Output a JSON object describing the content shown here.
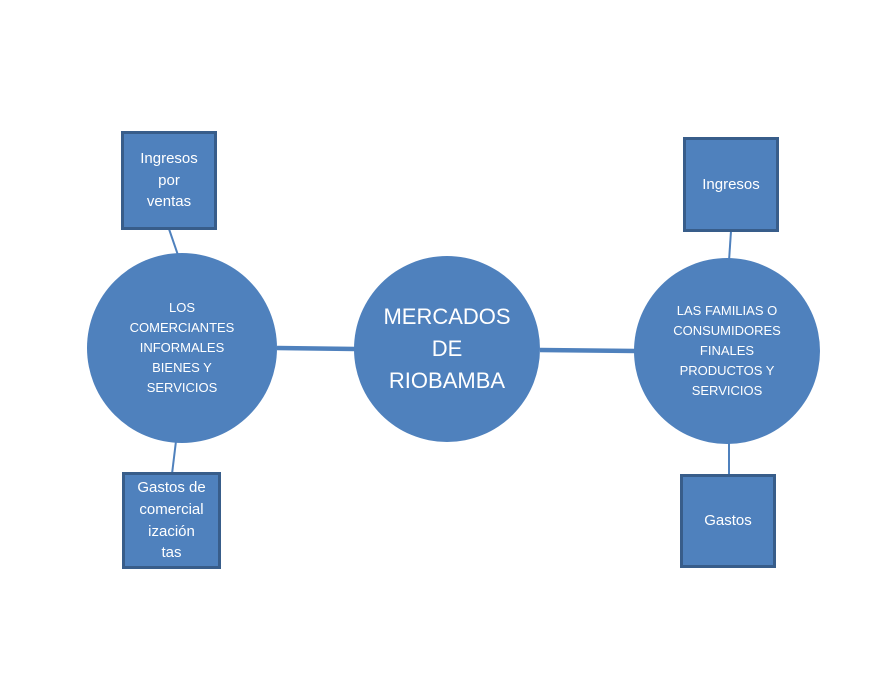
{
  "diagram": {
    "nodes": {
      "top_left_box": {
        "shape": "square",
        "label": "Ingresos\npor\nventas"
      },
      "left_circle": {
        "shape": "circle",
        "label": "LOS\nCOMERCIANTES\nINFORMALES\nBIENES Y\nSERVICIOS"
      },
      "bottom_left_box": {
        "shape": "square",
        "label": "Gastos de\ncomercial\nización\ntas"
      },
      "center_circle": {
        "shape": "circle",
        "label": "MERCADOS\nDE\nRIOBAMBA"
      },
      "top_right_box": {
        "shape": "square",
        "label": "Ingresos"
      },
      "right_circle": {
        "shape": "circle",
        "label": "LAS FAMILIAS O\nCONSUMIDORES\nFINALES\nPRODUCTOS Y\nSERVICIOS"
      },
      "bottom_right_box": {
        "shape": "square",
        "label": "Gastos"
      }
    },
    "edges": [
      {
        "from": "top_left_box",
        "to": "left_circle"
      },
      {
        "from": "left_circle",
        "to": "bottom_left_box"
      },
      {
        "from": "left_circle",
        "to": "center_circle"
      },
      {
        "from": "center_circle",
        "to": "right_circle"
      },
      {
        "from": "top_right_box",
        "to": "right_circle"
      },
      {
        "from": "right_circle",
        "to": "bottom_right_box"
      }
    ],
    "colors": {
      "shape_fill": "#4f81bd",
      "shape_border": "#385d8a",
      "connector": "#4f81bd",
      "text": "#ffffff",
      "background": "#ffffff"
    }
  }
}
